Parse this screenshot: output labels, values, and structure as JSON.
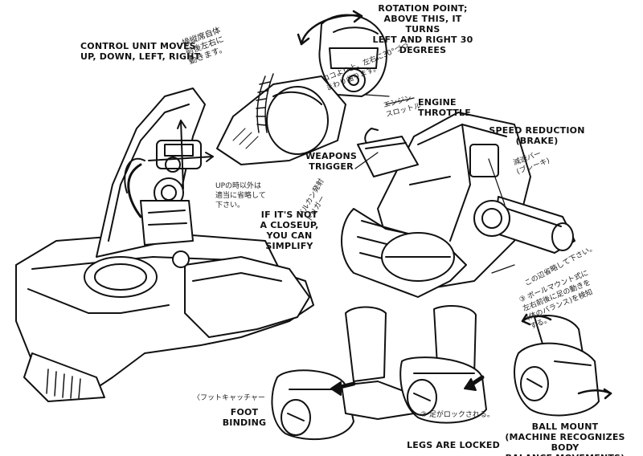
{
  "labels": {
    "rotation_point": "ROTATION POINT;\nABOVE THIS, IT TURNS\nLEFT AND RIGHT 30\nDEGREES",
    "control_unit": "CONTROL UNIT MOVES\nUP, DOWN, LEFT, RIGHT",
    "engine_throttle": "ENGINE\nTHROTTLE",
    "speed_reduction": "SPEED REDUCTION\n(BRAKE)",
    "weapons_trigger": "WEAPONS\nTRIGGER",
    "closeup": "IF IT'S NOT\nA CLOSEUP,\nYOU CAN\nSIMPLIFY",
    "foot_binding": "FOOT\nBINDING",
    "legs_locked": "LEGS ARE LOCKED",
    "ball_mount": "BALL MOUNT\n(MACHINE RECOGNIZES BODY\nBALANCE MOVEMENTS)"
  },
  "notes_jp": {
    "control_unit_note": "操縦席自体\n前後左右に\n動きます。",
    "rotation_note": "ココより上、左右に30°づつ\nまわり曲ります。",
    "throttle_note": "エンジン\nスロットル",
    "brake_note": "減速バー\n(ブレーキ)",
    "trigger_note": "バルカン発射\nトリガー",
    "simplify_note": "UPの時以外は\n適当に省略して\n下さい。",
    "omit_note": "この辺省略して下さい。",
    "ball_mount_note": "③ ボールマウント式に\n左右前後に足の動きを\n(体のバランス)を検知\nする。",
    "foot_binding_note": "〈フットキャッチャー",
    "legs_locked_note": "② 足がロックされる。"
  }
}
